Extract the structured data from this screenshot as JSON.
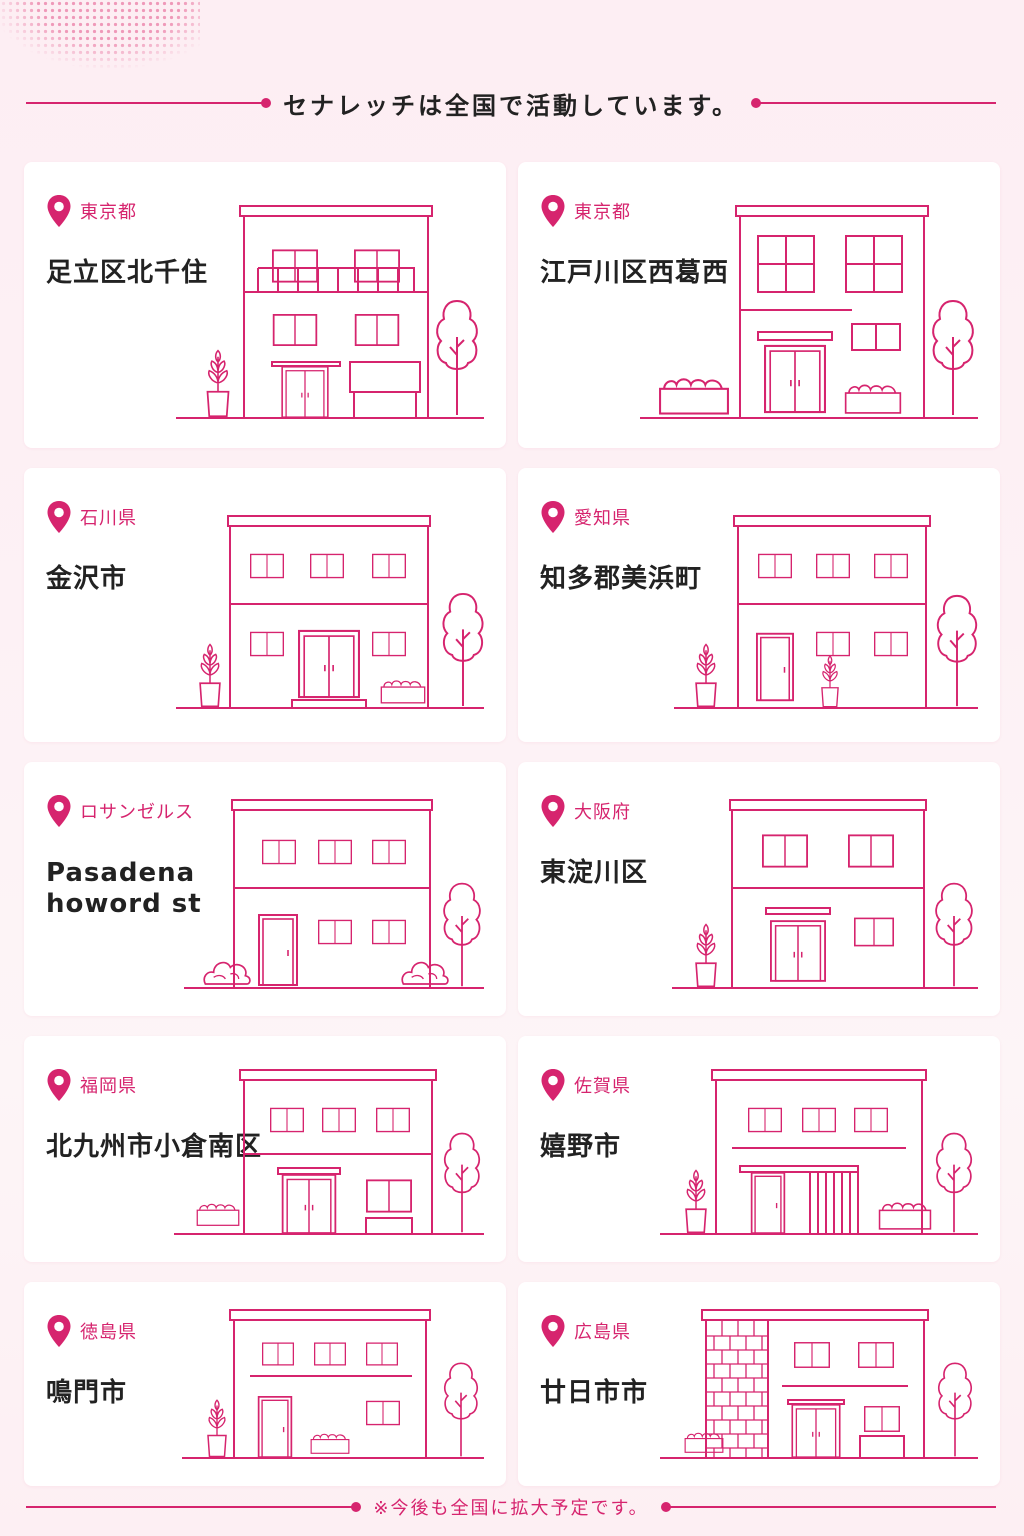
{
  "header": {
    "title": "セナレッチは全国で活動しています。"
  },
  "locations": [
    {
      "prefecture": "東京都",
      "city": "足立区北千住"
    },
    {
      "prefecture": "東京都",
      "city": "江戸川区西葛西"
    },
    {
      "prefecture": "石川県",
      "city": "金沢市"
    },
    {
      "prefecture": "愛知県",
      "city": "知多郡美浜町"
    },
    {
      "prefecture": "ロサンゼルス",
      "city": "Pasadena\nhoword st"
    },
    {
      "prefecture": "大阪府",
      "city": "東淀川区"
    },
    {
      "prefecture": "福岡県",
      "city": "北九州市小倉南区"
    },
    {
      "prefecture": "佐賀県",
      "city": "嬉野市"
    },
    {
      "prefecture": "徳島県",
      "city": "鳴門市"
    },
    {
      "prefecture": "広島県",
      "city": "廿日市市"
    }
  ],
  "footer": {
    "note": "※今後も全国に拡大予定です。"
  },
  "icons": {
    "location": "map-pin-icon",
    "illustration": "house-illustration"
  },
  "colors": {
    "accent": "#d6246e",
    "background": "#fdf0f4",
    "card": "#ffffff",
    "text": "#222222"
  }
}
